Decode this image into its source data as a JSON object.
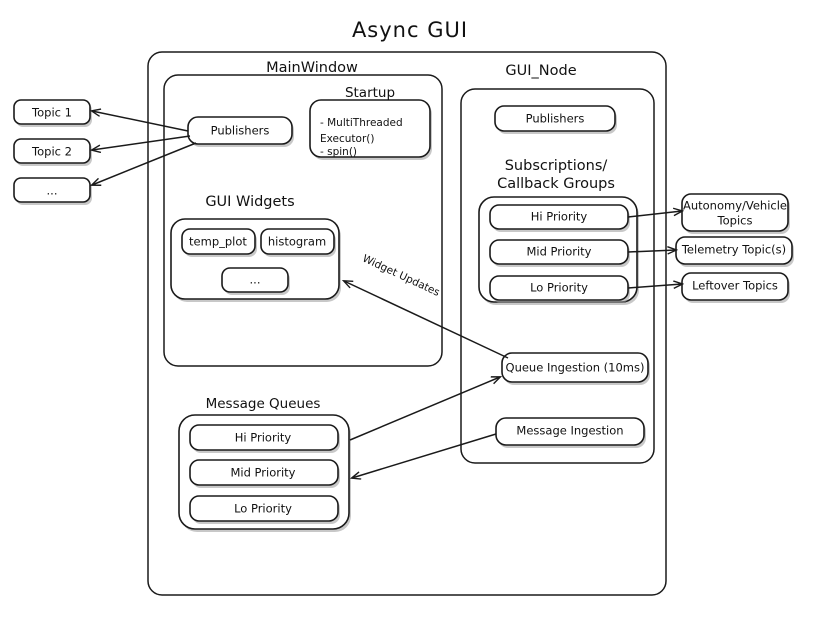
{
  "diagram": {
    "title": "Async  GUI",
    "type": "architecture-block-diagram",
    "outer_container_label": "",
    "external_topics_left": [
      {
        "label": "Topic 1"
      },
      {
        "label": "Topic 2"
      },
      {
        "label": "..."
      }
    ],
    "external_topics_right": [
      {
        "label": "Autonomy/Vehicle",
        "label2": "Topics"
      },
      {
        "label": "Telemetry Topic(s)",
        "label2": ""
      },
      {
        "label": "Leftover Topics",
        "label2": ""
      }
    ],
    "main_window": {
      "title": "MainWindow",
      "publishers_label": "Publishers",
      "startup": {
        "title": "Startup",
        "items": [
          "- MultiThreaded",
          "  Executor()",
          "- spin()"
        ]
      },
      "gui_widgets": {
        "title": "GUI Widgets",
        "widgets": [
          {
            "label": "temp_plot"
          },
          {
            "label": "histogram"
          },
          {
            "label": "..."
          }
        ]
      },
      "message_queues": {
        "title": "Message Queues",
        "queues": [
          {
            "label": "Hi Priority"
          },
          {
            "label": "Mid Priority"
          },
          {
            "label": "Lo Priority"
          }
        ]
      }
    },
    "gui_node": {
      "title": "GUI_Node",
      "publishers_label": "Publishers",
      "subscriptions": {
        "title_line1": "Subscriptions/",
        "title_line2": "Callback Groups",
        "groups": [
          {
            "label": "Hi Priority"
          },
          {
            "label": "Mid Priority"
          },
          {
            "label": "Lo Priority"
          }
        ]
      },
      "queue_ingestion_label": "Queue Ingestion (10ms)",
      "message_ingestion_label": "Message Ingestion"
    },
    "edge_labels": [
      {
        "label": "Widget Updates"
      }
    ],
    "colors": {
      "background": "#ffffff",
      "stroke": "#1a1a1a",
      "text": "#111111",
      "shadow": "#9a9a9a"
    }
  }
}
